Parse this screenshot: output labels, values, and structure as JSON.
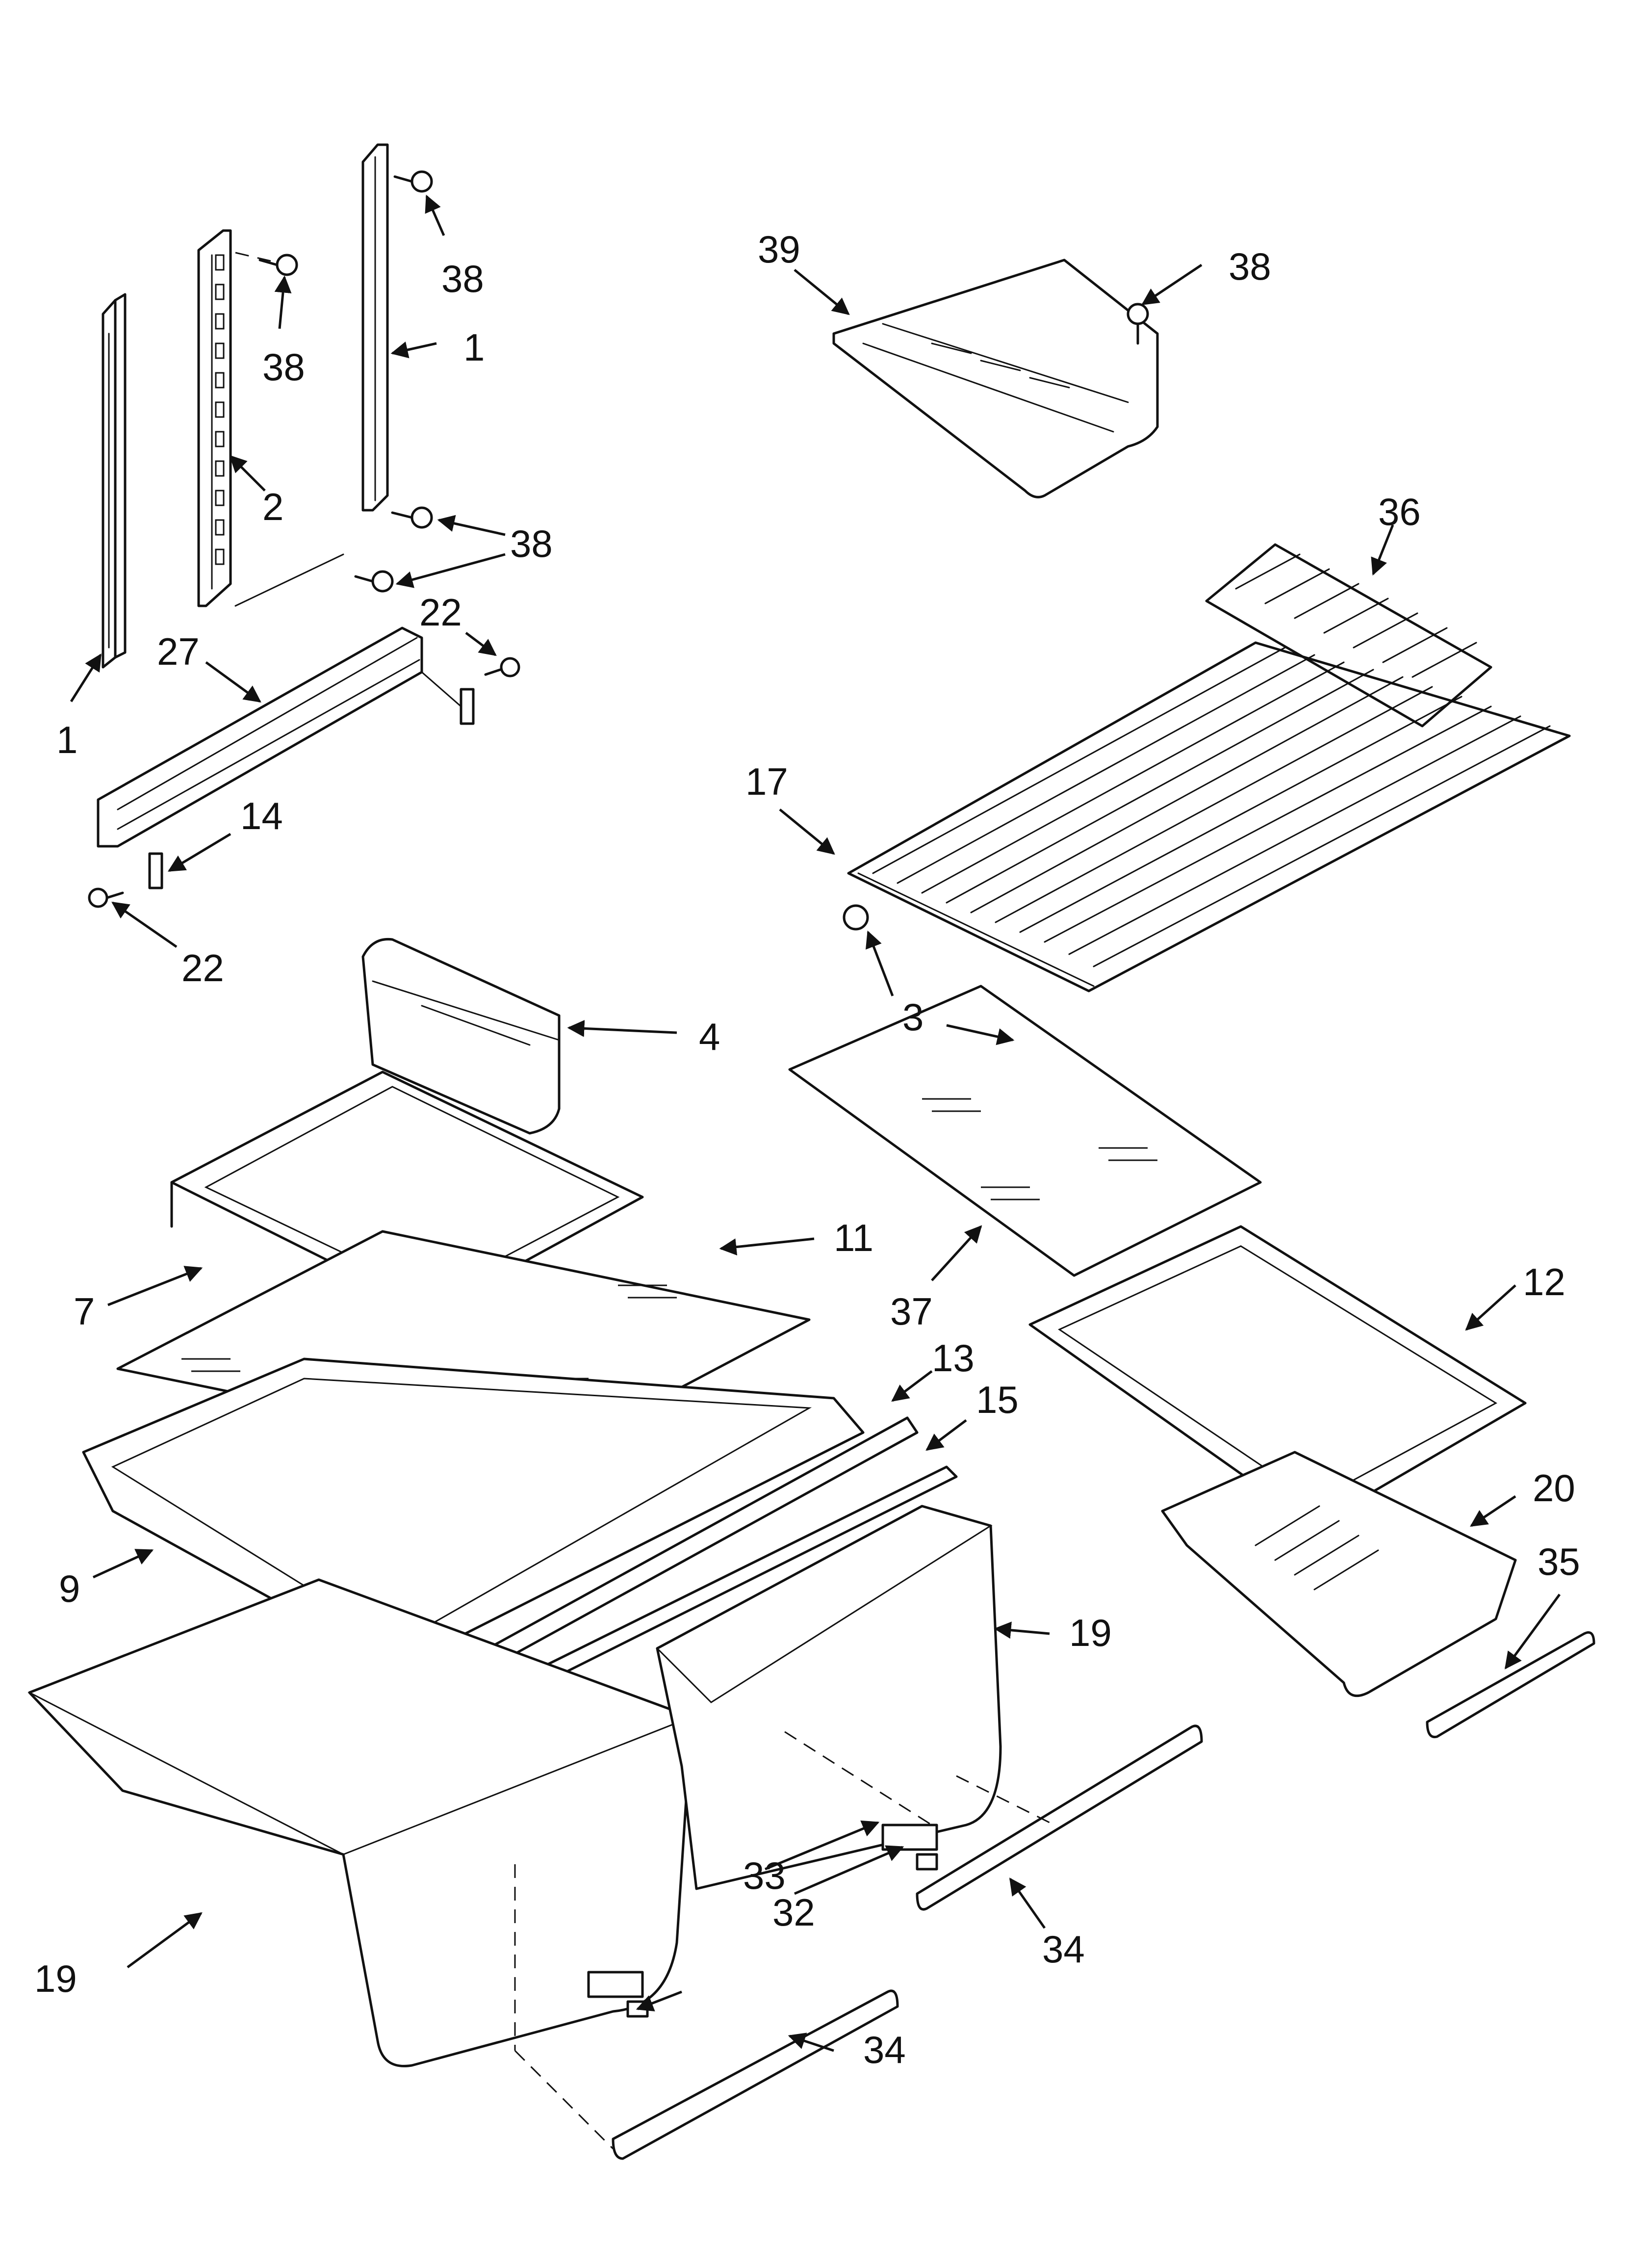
{
  "callouts": [
    {
      "id": "c-38a",
      "label": "38"
    },
    {
      "id": "c-38b",
      "label": "38"
    },
    {
      "id": "c-38c",
      "label": "38"
    },
    {
      "id": "c-38d",
      "label": "38"
    },
    {
      "id": "c-1a",
      "label": "1"
    },
    {
      "id": "c-1b",
      "label": "1"
    },
    {
      "id": "c-2",
      "label": "2"
    },
    {
      "id": "c-22a",
      "label": "22"
    },
    {
      "id": "c-22b",
      "label": "22"
    },
    {
      "id": "c-27",
      "label": "27"
    },
    {
      "id": "c-14",
      "label": "14"
    },
    {
      "id": "c-4",
      "label": "4"
    },
    {
      "id": "c-11",
      "label": "11"
    },
    {
      "id": "c-7",
      "label": "7"
    },
    {
      "id": "c-13",
      "label": "13"
    },
    {
      "id": "c-15",
      "label": "15"
    },
    {
      "id": "c-9",
      "label": "9"
    },
    {
      "id": "c-19a",
      "label": "19"
    },
    {
      "id": "c-19b",
      "label": "19"
    },
    {
      "id": "c-33",
      "label": "33"
    },
    {
      "id": "c-32",
      "label": "32"
    },
    {
      "id": "c-34a",
      "label": "34"
    },
    {
      "id": "c-34b",
      "label": "34"
    },
    {
      "id": "c-39",
      "label": "39"
    },
    {
      "id": "c-36",
      "label": "36"
    },
    {
      "id": "c-17",
      "label": "17"
    },
    {
      "id": "c-3",
      "label": "3"
    },
    {
      "id": "c-37",
      "label": "37"
    },
    {
      "id": "c-12",
      "label": "12"
    },
    {
      "id": "c-20",
      "label": "20"
    },
    {
      "id": "c-35",
      "label": "35"
    }
  ]
}
